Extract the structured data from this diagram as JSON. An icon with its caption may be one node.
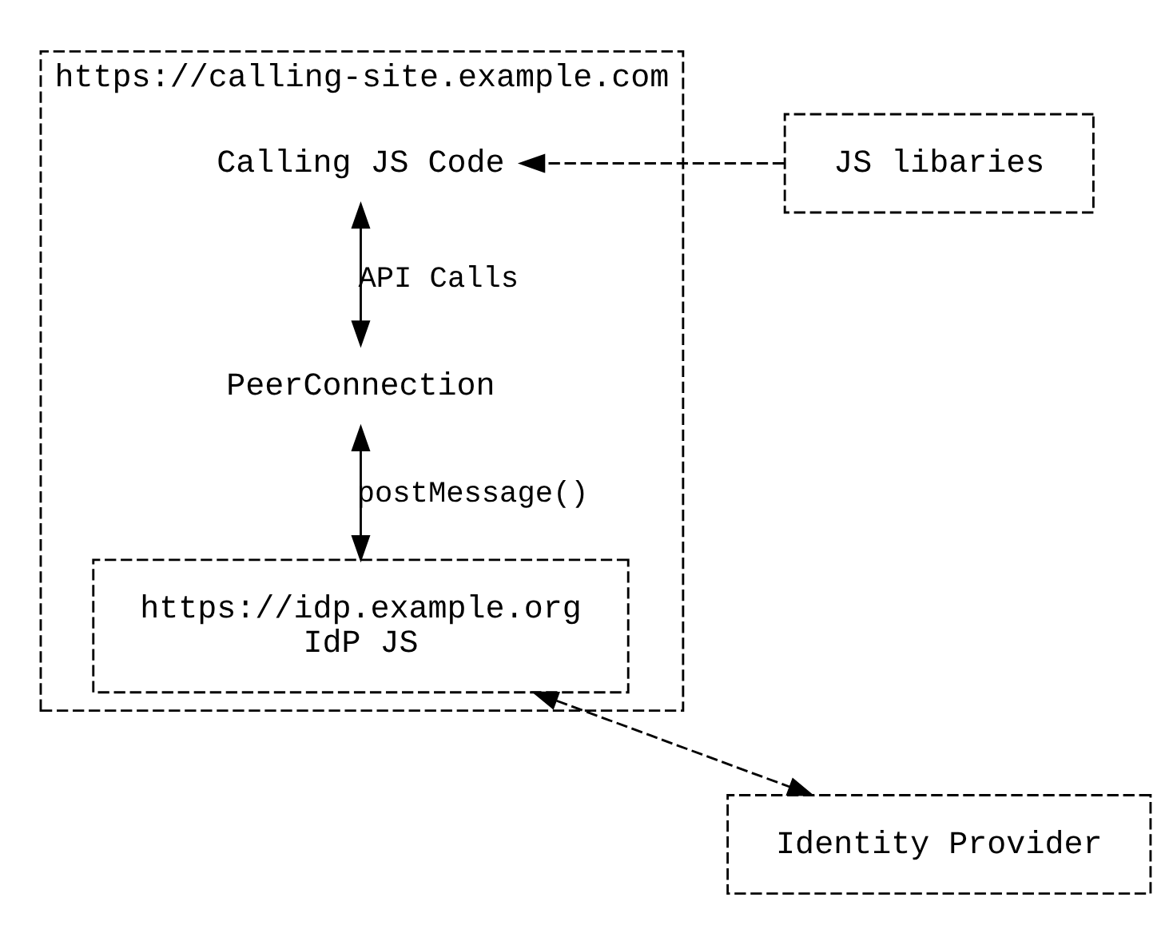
{
  "diagram": {
    "nodes": [
      {
        "text": [
          "https://calling-site.example.com"
        ]
      },
      {
        "text": [
          "Calling JS Code"
        ],
        "in": 0
      },
      {
        "text": [
          "PeerConnection"
        ],
        "in": 0
      },
      {
        "text": [
          "https://idp.example.org",
          "IdP JS"
        ],
        "in": 0
      },
      {
        "text": [
          "JS libaries"
        ]
      },
      {
        "text": [
          "Identity Provider"
        ]
      }
    ],
    "edges": [
      {
        "from": 4,
        "to": 1,
        "arrow": "to",
        "style": "dashed"
      },
      {
        "from": 1,
        "to": 2,
        "arrow": "both",
        "label": "API Calls"
      },
      {
        "from": 2,
        "to": 3,
        "arrow": "both",
        "label": "postMessage()"
      },
      {
        "from": 3,
        "to": 5,
        "arrow": "both",
        "style": "dashed"
      }
    ]
  }
}
